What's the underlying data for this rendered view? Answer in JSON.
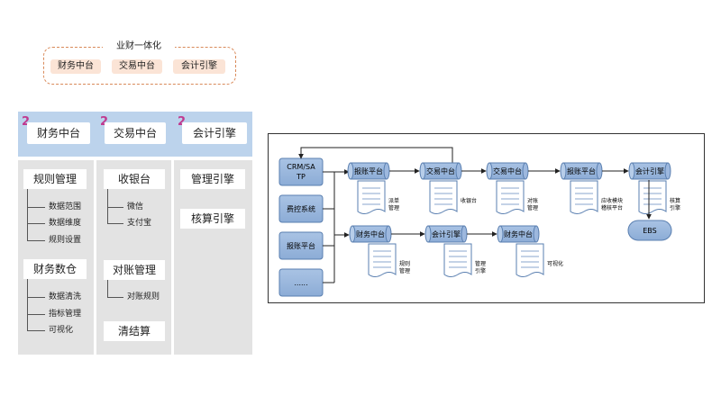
{
  "integration": {
    "title": "业财一体化",
    "items": [
      "财务中台",
      "交易中台",
      "会计引擎"
    ]
  },
  "columns": [
    {
      "badge": "2",
      "title": "财务中台",
      "sections": [
        {
          "title": "规则管理",
          "items": [
            "数据范围",
            "数据维度",
            "规则设置"
          ]
        },
        {
          "title": "财务数仓",
          "items": [
            "数据清洗",
            "指标管理",
            "可视化"
          ]
        }
      ]
    },
    {
      "badge": "2",
      "title": "交易中台",
      "sections": [
        {
          "title": "收银台",
          "items": [
            "微信",
            "支付宝"
          ]
        },
        {
          "title": "对账管理",
          "items": [
            "对账规则"
          ]
        },
        {
          "title": "清结算",
          "items": []
        }
      ]
    },
    {
      "badge": "2",
      "title": "会计引擎",
      "sections": [
        {
          "title": "管理引擎",
          "items": []
        },
        {
          "title": "核算引擎",
          "items": []
        }
      ]
    }
  ],
  "flow": {
    "sources": [
      "CRM/SA TP",
      "费控系统",
      "报账平台",
      "......"
    ],
    "row1": [
      "报账平台",
      "交易中台",
      "交易中台",
      "报账平台",
      "会计引擎"
    ],
    "row1_docs": [
      "派单\n管理",
      "收银台",
      "对账\n管理",
      "应收模块\n稽核平台",
      "核算\n引擎"
    ],
    "row2": [
      "财务中台",
      "会计引擎",
      "财务中台"
    ],
    "row2_docs": [
      "规则\n管理",
      "管理\n引擎",
      "可视化"
    ],
    "sink": "EBS"
  }
}
